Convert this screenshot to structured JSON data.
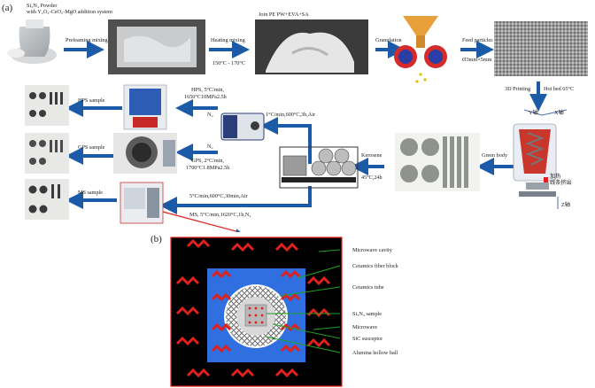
{
  "panel_a": {
    "label": "(a)",
    "powder_title": "Si₃N₄ Powder",
    "powder_subtitle": "with Y₂O₃-CeO₂-MgO addition system",
    "step_premixing": "Prefeaming mixing",
    "step_heating": "Heating mixing",
    "heating_temp": "150°C - 170°C",
    "join_label": "Join PE  PW+EVA+SA",
    "step_granulation": "Granulation",
    "feed_label": "Feed particles",
    "feed_size": "Ø3mm×5mm",
    "printing_label": "3D Printing",
    "hotbed_label": "Hot bed 65°C",
    "axis_y": "Y轴",
    "axis_x": "X轴",
    "axis_z": "Z轴",
    "nozzle_label": "加热",
    "nozzle_label2": "线条挤出",
    "green_body": "Green body",
    "kerosene": "Kerosene",
    "kerosene_cond": "45°C,24h",
    "debind": "1°C/min,600°C,3h,Air",
    "hps_cond1": "HPS, 5°C/min,",
    "hps_cond2": "1650°C10MPa2.5h",
    "hps_gas": "N₂",
    "gps_gas": "N₂",
    "gps_cond1": "GPS, 2°C/min,",
    "gps_cond2": "1700°C1.8MPa2.5h",
    "ms_air": "5°C/min,600°C,30min,Air",
    "ms_cond": "MS, 5°C/min,1620°C,1h,N₂",
    "hps_sample": "HPS sample",
    "gps_sample": "GPS sample",
    "ms_sample": "MS sample"
  },
  "panel_b": {
    "label": "(b)",
    "legend": [
      "Microwave cavity",
      "Ceramics fiber block",
      "Ceramics tube",
      "Si₃N₄ sample",
      "Microwave",
      "SiC susceptor",
      "Alumina hollow ball"
    ]
  },
  "colors": {
    "arrow_blue": "#1b5aa6",
    "cavity_black": "#000000",
    "fiber_blue": "#2f6fe0",
    "microwave_red": "#e0201c",
    "pointer_green": "#1fa11f"
  }
}
